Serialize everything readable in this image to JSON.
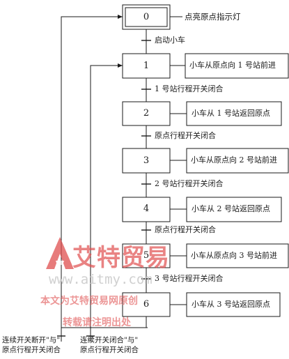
{
  "steps": [
    {
      "number": "0",
      "action": "点亮原点指示灯"
    },
    {
      "number": "1",
      "action": "小车从原点向 1 号站前进"
    },
    {
      "number": "2",
      "action": "小车从 1 号站返回原点"
    },
    {
      "number": "3",
      "action": "小车从原点向 2 号站前进"
    },
    {
      "number": "4",
      "action": "小车从 2 号站返回原点"
    },
    {
      "number": "5",
      "action": "小车从原点向 3 号站前进"
    },
    {
      "number": "6",
      "action": "小车从 3 号站返回原点"
    }
  ],
  "transitions": [
    "启动小车",
    "1 号站行程开关闭合",
    "原点行程开关闭合",
    "2 号站行程开关闭合",
    "原点行程开关闭合",
    "3 号站行程开关闭合"
  ],
  "bottom_labels": {
    "left_line1": "连续开关断开\"与\"",
    "left_line2": "原点行程开关闭合",
    "right_line1": "连续开关闭合\"与\"",
    "right_line2": "原点行程开关闭合"
  },
  "watermark": {
    "logo_letter": "A",
    "brand": "艾特贸易",
    "url": "www.aitmy.com",
    "note_line1": "本文为艾特贸易网原创",
    "note_line2": "转载请注明出处"
  },
  "colors": {
    "line": "#1a1a1a",
    "watermark": "#e05050"
  }
}
